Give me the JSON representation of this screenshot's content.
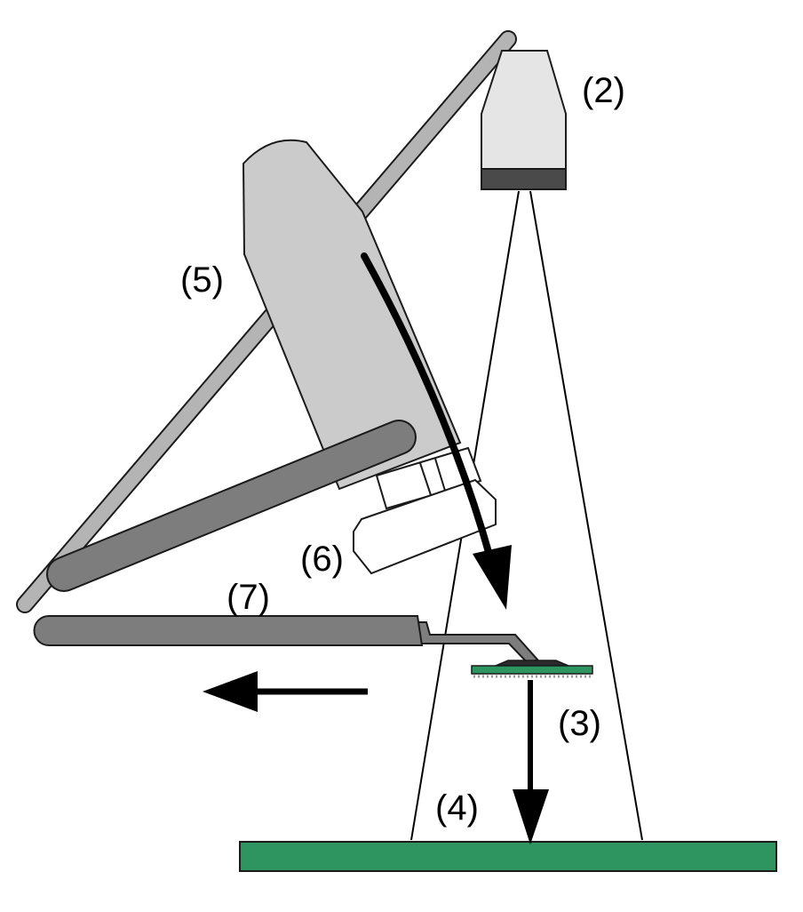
{
  "labels": {
    "camera": "(2)",
    "component": "(3)",
    "board": "(4)",
    "tool_head": "(5)",
    "gripper": "(6)",
    "arm": "(7)"
  },
  "colors": {
    "board": "#2e9561",
    "board_outline": "#1b1b1b",
    "camera_body": "#e5e5e5",
    "camera_lens": "#4a4a4a",
    "tool_head": "#cbcbcb",
    "gripper": "#ffffff",
    "strut_light": "#b4b4b4",
    "arm_dark": "#7d7d7d",
    "chip": "#2a2a2a",
    "arrow": "#000000"
  }
}
